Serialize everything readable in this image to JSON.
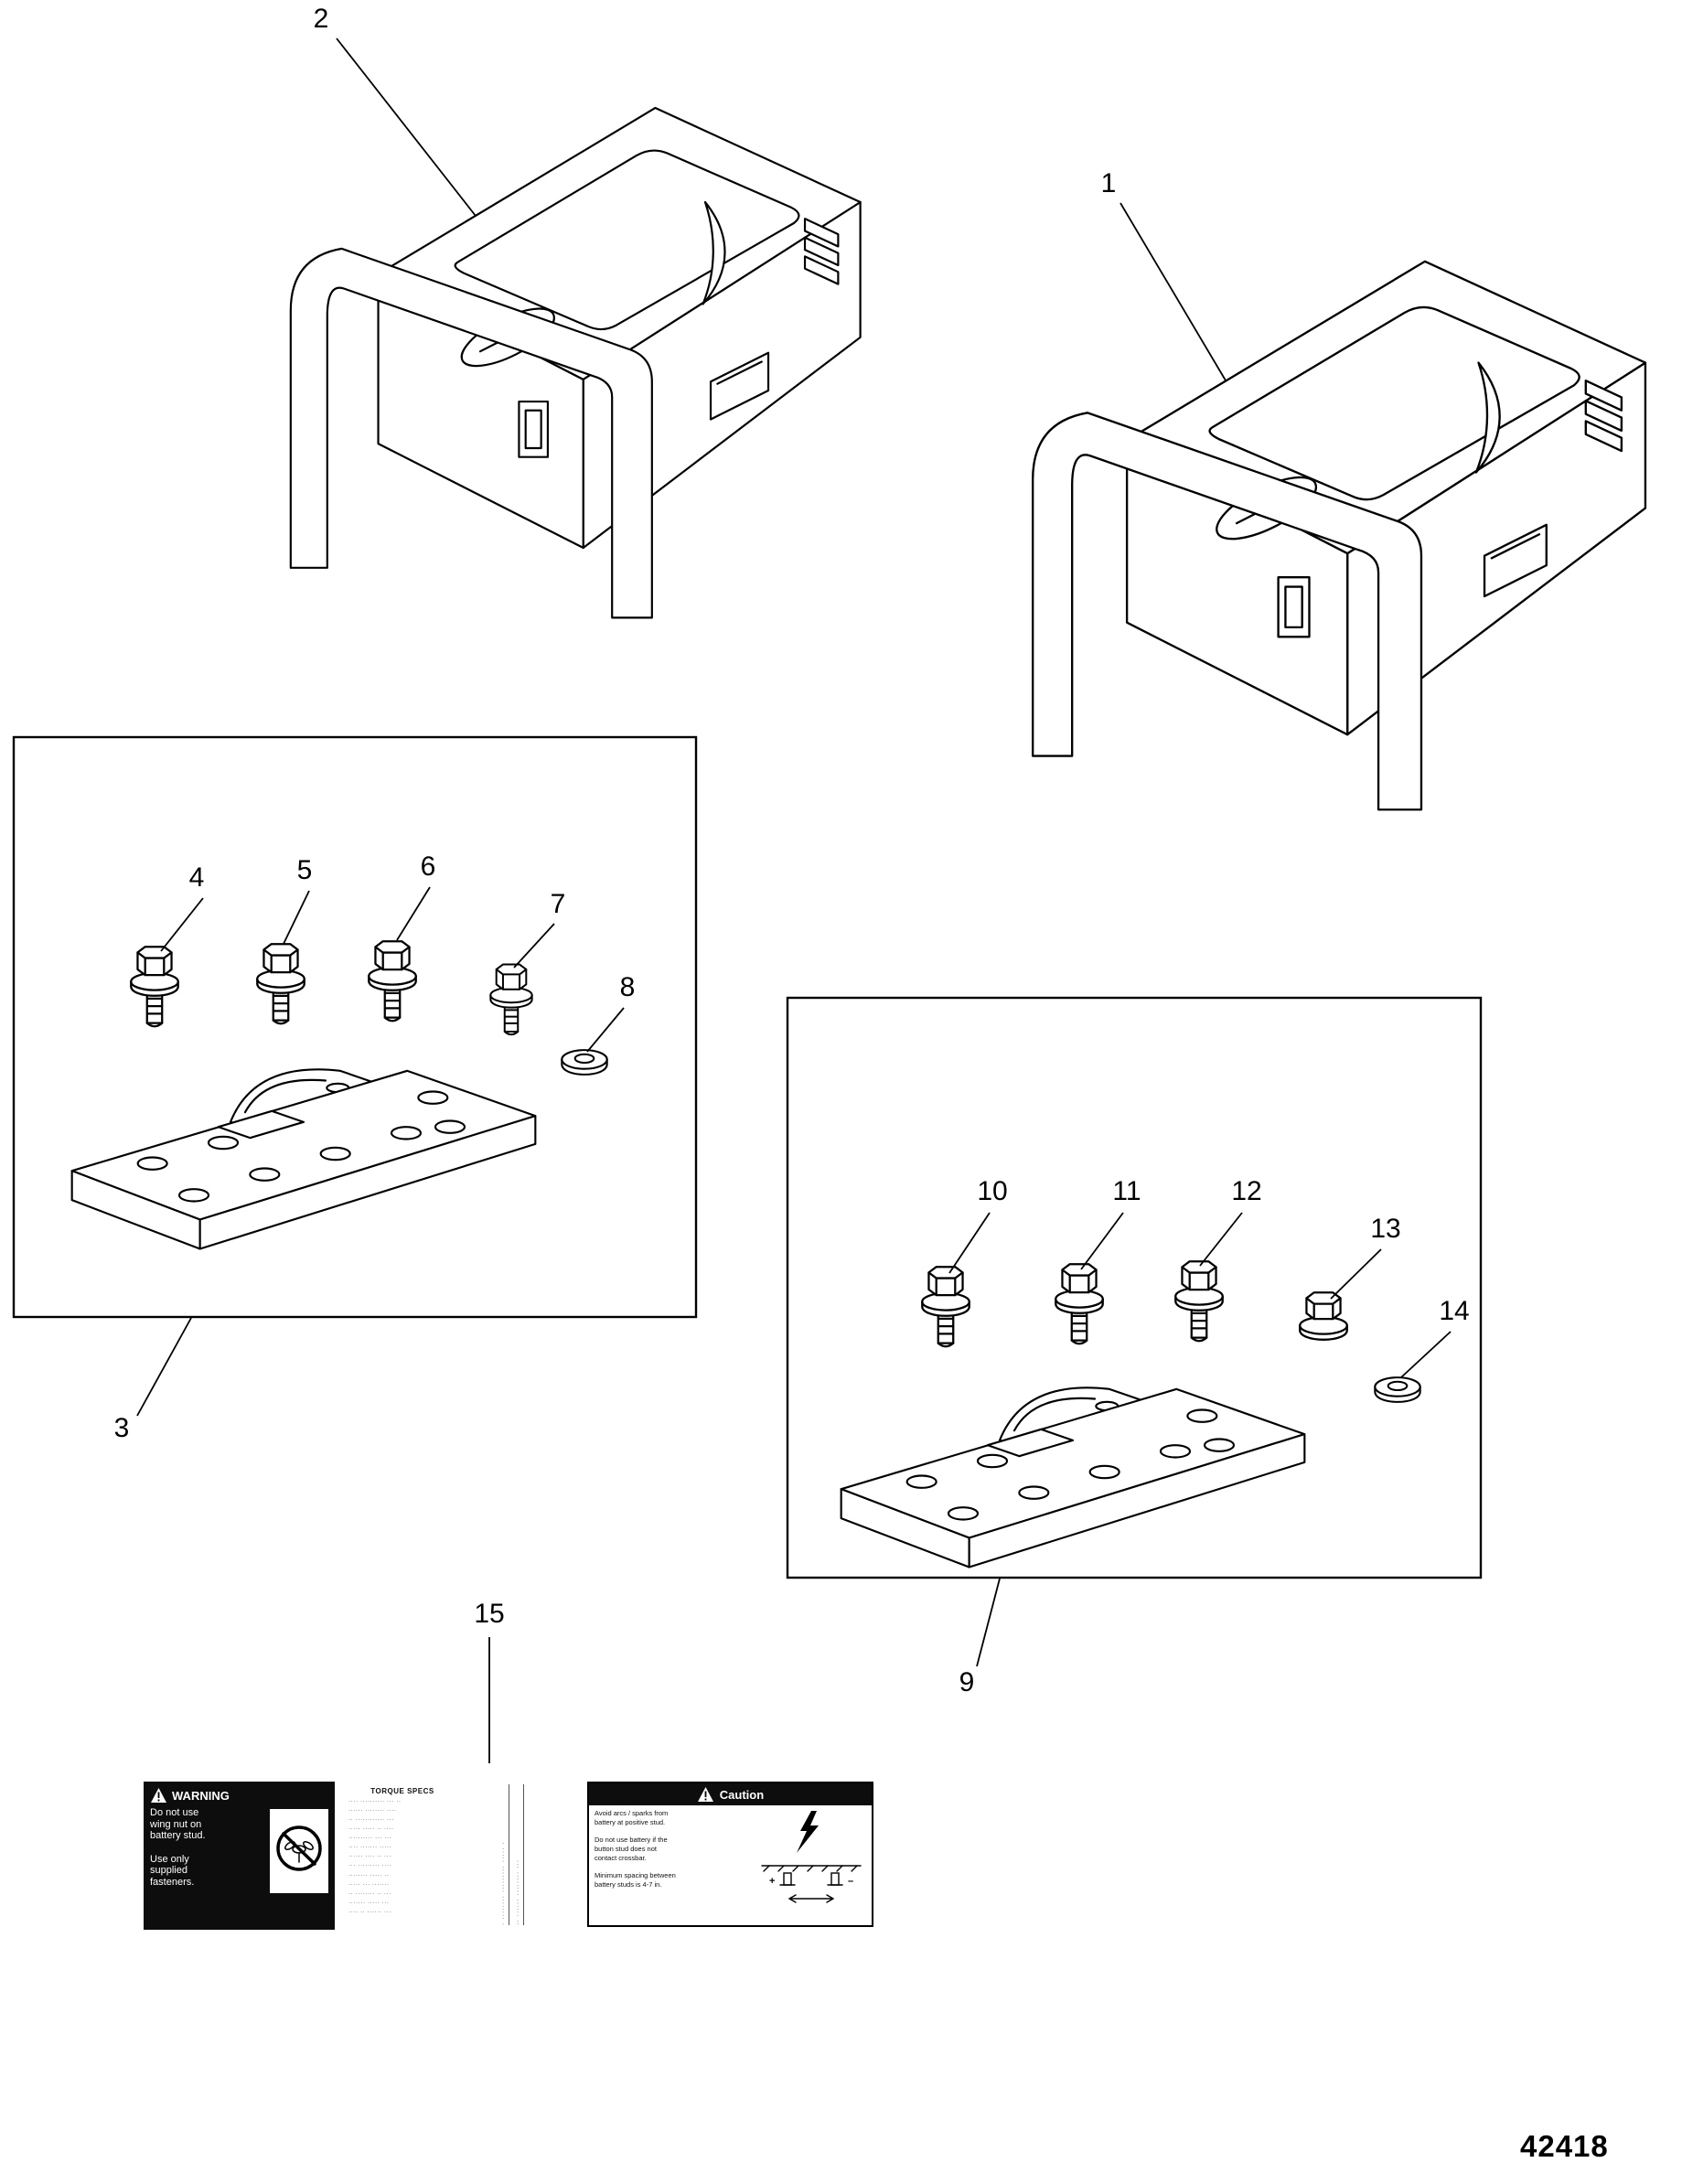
{
  "figure_number": "42418",
  "callouts": {
    "c1": "1",
    "c2": "2",
    "c3": "3",
    "c4": "4",
    "c5": "5",
    "c6": "6",
    "c7": "7",
    "c8": "8",
    "c9": "9",
    "c10": "10",
    "c11": "11",
    "c12": "12",
    "c13": "13",
    "c14": "14",
    "c15": "15"
  },
  "labels": {
    "warning": {
      "header": "WARNING",
      "body": "Do not use\nwing nut on\nbattery stud.\n\nUse only\nsupplied\nfasteners."
    },
    "torque": {
      "header": "TORQUE SPECS",
      "rows": "···· ·········· ··· ··\n······ ········ ····\n·· ············ ···\n····· ····· ·· ····\n·········· ··· ···\n···· ······· ·····\n······ ···· ·· ···\n··· ········· ····\n········ ····· ··\n····· ··· ·······\n·· ········ ·· ···\n······· ····· ···\n···· ·· ······ ···"
    },
    "strip": {
      "line1": "· ········ ········· ····· ·",
      "line2": "·· ······ ········ ···"
    },
    "caution": {
      "header": "Caution",
      "body": "Avoid arcs / sparks from\nbattery at positive stud.\n\nDo not use battery if the\nbutton stud does not\ncontact crossbar.\n\nMinimum spacing between\nbattery studs is 4-7 in.",
      "plus": "+",
      "minus": "–"
    }
  }
}
